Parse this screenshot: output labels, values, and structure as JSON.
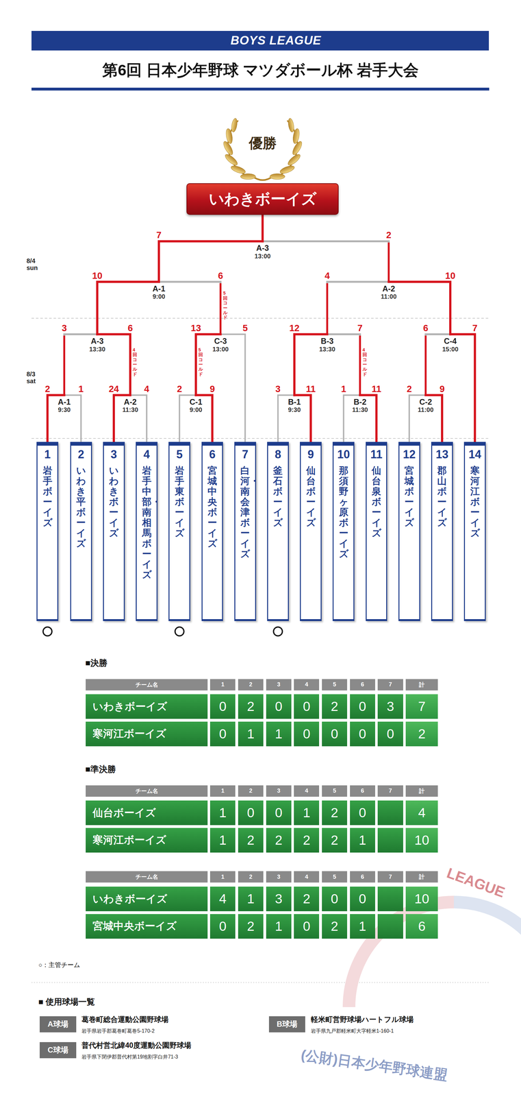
{
  "diagram": {
    "title": "第6回 日本少年野球 マツダボール杯 岩手大会",
    "nodes": [
      {
        "text": [
          "BOYS LEAGUE"
        ]
      },
      {
        "text": [
          "いわきボーイズ"
        ]
      },
      {
        "text": [
          "A-3",
          "13:00"
        ]
      },
      {
        "text": [
          "A-1",
          "9:00"
        ]
      },
      {
        "text": [
          "A-2",
          "11:00"
        ]
      },
      {
        "text": [
          "A-3",
          "13:30"
        ]
      },
      {
        "text": [
          "C-3",
          "13:00"
        ]
      },
      {
        "text": [
          "B-3",
          "13:30"
        ]
      },
      {
        "text": [
          "C-4",
          "15:00"
        ]
      },
      {
        "text": [
          "A-1",
          "9:30"
        ]
      },
      {
        "text": [
          "A-2",
          "11:30"
        ]
      },
      {
        "text": [
          "C-1",
          "9:00"
        ]
      },
      {
        "text": [
          "B-1",
          "9:30"
        ]
      },
      {
        "text": [
          "B-2",
          "11:30"
        ]
      },
      {
        "text": [
          "C-2",
          "11:00"
        ]
      },
      {
        "text": [
          "1",
          "岩手ボーイズ"
        ]
      },
      {
        "text": [
          "2",
          "いわき平ボーイズ"
        ]
      },
      {
        "text": [
          "3",
          "いわきボーイズ"
        ]
      },
      {
        "text": [
          "4",
          "岩手中部・南相馬ボーイズ"
        ]
      },
      {
        "text": [
          "5",
          "岩手東ボーイズ"
        ]
      },
      {
        "text": [
          "6",
          "宮城中央ボーイズ"
        ]
      },
      {
        "text": [
          "7",
          "白河・南会津ボーイズ"
        ]
      },
      {
        "text": [
          "8",
          "釜石ボーイズ"
        ]
      },
      {
        "text": [
          "9",
          "仙台ボーイズ"
        ]
      },
      {
        "text": [
          "10",
          "那須野ヶ原ボーイズ"
        ]
      },
      {
        "text": [
          "11",
          "仙台泉ボーイズ"
        ]
      },
      {
        "text": [
          "12",
          "宮城ボーイズ"
        ]
      },
      {
        "text": [
          "13",
          "郡山ボーイズ"
        ]
      },
      {
        "text": [
          "14",
          "寒河江ボーイズ"
        ]
      },
      {
        "text": [
          "A球場"
        ]
      },
      {
        "text": [
          "B球場"
        ]
      },
      {
        "text": [
          "C球場"
        ]
      }
    ],
    "edges": [
      {
        "from": 15,
        "to": 9,
        "label": "2",
        "arrow": "none"
      },
      {
        "from": 16,
        "to": 9,
        "label": "1",
        "arrow": "none"
      },
      {
        "from": 17,
        "to": 10,
        "label": "24",
        "arrow": "none"
      },
      {
        "from": 18,
        "to": 10,
        "label": "4",
        "arrow": "none"
      },
      {
        "from": 19,
        "to": 11,
        "label": "2",
        "arrow": "none"
      },
      {
        "from": 20,
        "to": 11,
        "label": "9",
        "arrow": "none"
      },
      {
        "from": 21,
        "to": 6,
        "label": "5",
        "arrow": "none"
      },
      {
        "from": 22,
        "to": 12,
        "label": "3",
        "arrow": "none"
      },
      {
        "from": 23,
        "to": 12,
        "label": "11",
        "arrow": "none"
      },
      {
        "from": 24,
        "to": 13,
        "label": "1",
        "arrow": "none"
      },
      {
        "from": 25,
        "to": 13,
        "label": "11",
        "arrow": "none"
      },
      {
        "from": 26,
        "to": 14,
        "label": "2",
        "arrow": "none"
      },
      {
        "from": 27,
        "to": 14,
        "label": "9",
        "arrow": "none"
      },
      {
        "from": 28,
        "to": 8,
        "label": "7",
        "arrow": "none"
      },
      {
        "from": 9,
        "to": 5,
        "label": "3",
        "arrow": "none"
      },
      {
        "from": 10,
        "to": 5,
        "label": "6",
        "arrow": "none"
      },
      {
        "from": 11,
        "to": 6,
        "label": "13",
        "arrow": "none"
      },
      {
        "from": 12,
        "to": 7,
        "label": "12",
        "arrow": "none"
      },
      {
        "from": 13,
        "to": 7,
        "label": "7",
        "arrow": "none"
      },
      {
        "from": 14,
        "to": 8,
        "label": "6",
        "arrow": "none"
      },
      {
        "from": 5,
        "to": 3,
        "label": "10",
        "arrow": "none"
      },
      {
        "from": 6,
        "to": 3,
        "label": "6",
        "arrow": "none"
      },
      {
        "from": 7,
        "to": 4,
        "label": "4",
        "arrow": "none"
      },
      {
        "from": 8,
        "to": 4,
        "label": "10",
        "arrow": "none"
      },
      {
        "from": 3,
        "to": 2,
        "label": "7",
        "arrow": "none"
      },
      {
        "from": 4,
        "to": 2,
        "label": "2",
        "arrow": "none"
      },
      {
        "from": 2,
        "to": 1,
        "arrow": "none"
      }
    ],
    "labels": [
      "優勝",
      "8/4 sun",
      "8/3 sat",
      "5回コールド",
      "4回コールド",
      "5回コールド",
      "4回コールド",
      "■決勝",
      "チーム名",
      "1",
      "2",
      "3",
      "4",
      "5",
      "6",
      "7",
      "計",
      "いわきボーイズ",
      "0",
      "2",
      "0",
      "0",
      "2",
      "0",
      "3",
      "7",
      "寒河江ボーイズ",
      "0",
      "1",
      "1",
      "0",
      "0",
      "0",
      "0",
      "2",
      "■準決勝",
      "チーム名",
      "1",
      "2",
      "3",
      "4",
      "5",
      "6",
      "7",
      "計",
      "仙台ボーイズ",
      "1",
      "0",
      "0",
      "1",
      "2",
      "0",
      "4",
      "寒河江ボーイズ",
      "1",
      "2",
      "2",
      "2",
      "2",
      "1",
      "10",
      "チーム名",
      "1",
      "2",
      "3",
      "4",
      "5",
      "6",
      "7",
      "計",
      "いわきボーイズ",
      "4",
      "1",
      "3",
      "2",
      "0",
      "0",
      "10",
      "宮城中央ボーイズ",
      "0",
      "2",
      "1",
      "0",
      "2",
      "1",
      "6",
      "○：主管チーム",
      "■ 使用球場一覧",
      "葛巻町総合運動公園野球場",
      "岩手県岩手郡葛巻町葛巻5-170-2",
      "軽米町営野球場ハートフル球場",
      "岩手県九戸郡軽米町大字軽米1-160-1",
      "普代村営北緯40度運動公園野球場",
      "岩手県下閉伊郡普代村第19地割字白井71-3",
      "LEAGUE",
      "(公財)日本少年野球連盟"
    ]
  }
}
